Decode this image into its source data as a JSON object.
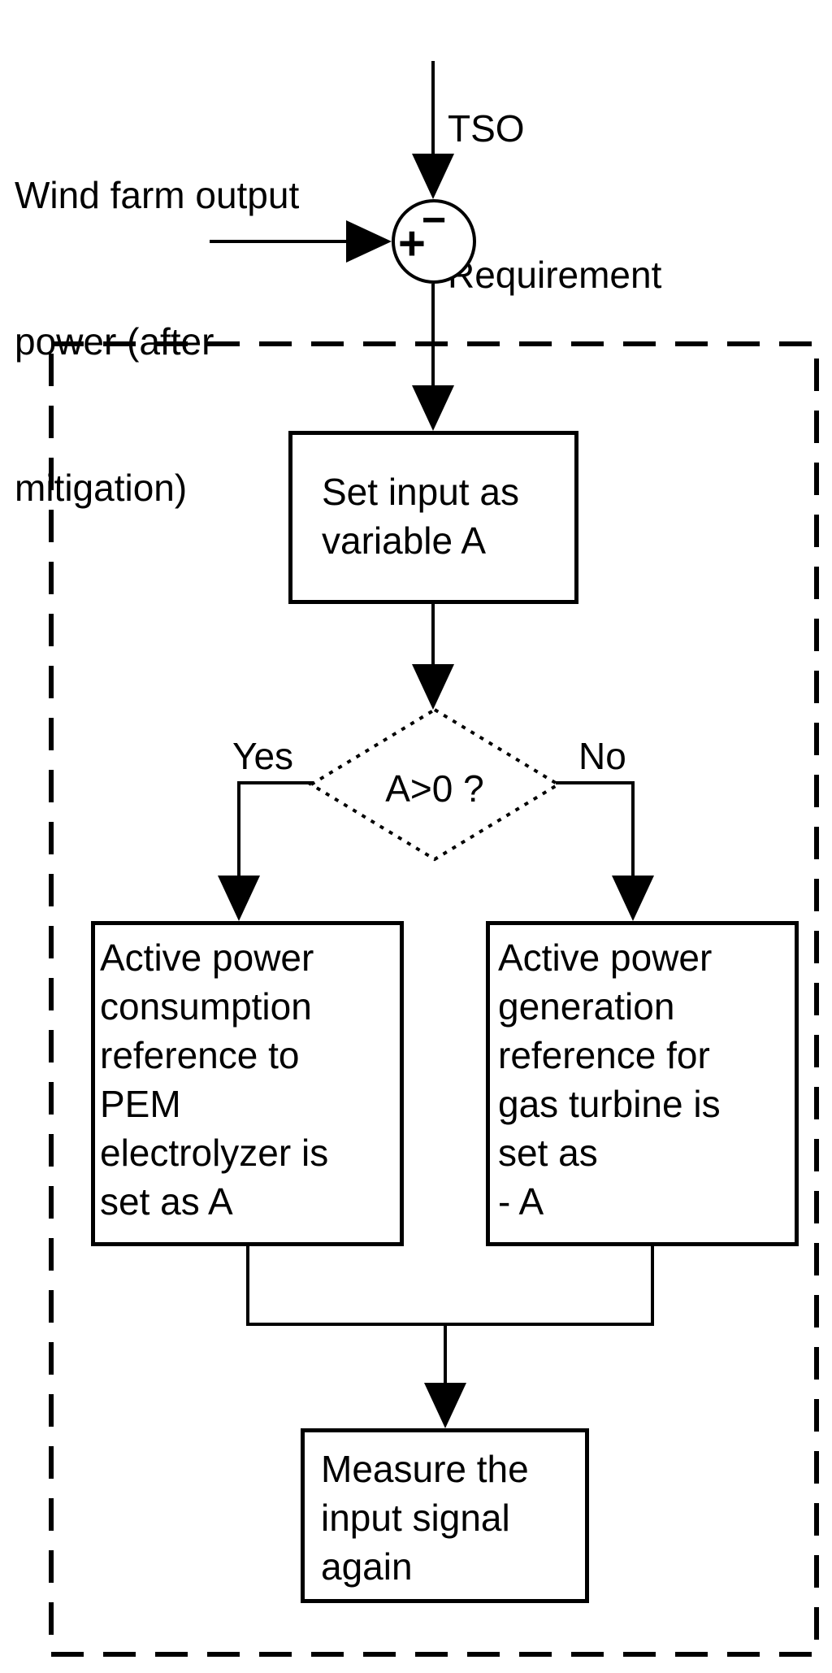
{
  "colors": {
    "line": "#000000",
    "background": "#ffffff",
    "text": "#000000"
  },
  "labels": {
    "tso": {
      "lines": [
        "TSO",
        "Requirement"
      ]
    },
    "wind": {
      "lines": [
        "Wind farm output",
        "power (after",
        "mitigation)"
      ]
    },
    "yes": "Yes",
    "no": "No",
    "sum_minus": "−",
    "sum_plus": "+"
  },
  "nodes": {
    "set_input": {
      "lines": [
        "Set input as",
        "variable A"
      ]
    },
    "decision": {
      "label": "A>0 ?"
    },
    "pem": {
      "lines": [
        "Active power",
        "consumption",
        "reference to",
        "PEM",
        "electrolyzer is",
        "set as A"
      ]
    },
    "gas": {
      "lines": [
        "Active power",
        "generation",
        "reference for",
        "gas turbine is",
        "set as",
        "- A"
      ]
    },
    "measure": {
      "lines": [
        "Measure the",
        "input signal",
        "again"
      ]
    }
  }
}
